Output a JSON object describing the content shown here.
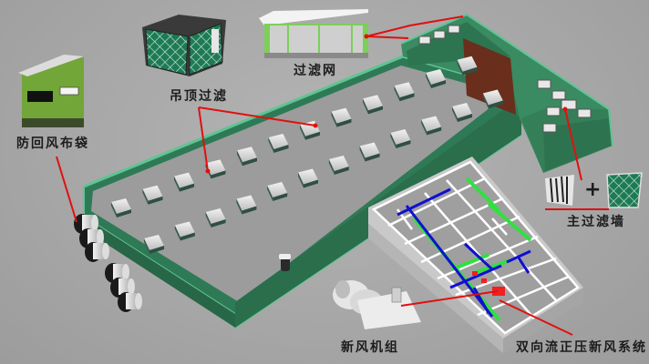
{
  "diagram": {
    "title": "",
    "labels": {
      "wind_bag": "防回风布袋",
      "ceiling_filter": "吊顶过滤",
      "filter_net": "过滤网",
      "main_filter_wall": "主过滤墙",
      "fresh_air_unit": "新风机组",
      "bidirectional_system": "双向流正压新风系统"
    },
    "plus_sign": "+",
    "colors": {
      "background": "#a9a9a9",
      "wall_green": "#2f7a56",
      "wall_edge": "#5fc493",
      "floor": "#9a9a9a",
      "leader_line": "#e01010",
      "duct_blue": "#1010d0",
      "duct_green": "#30e040",
      "brown_panel": "#6a2e1c"
    },
    "components": [
      {
        "id": "wind_bag",
        "name": "防回风布袋",
        "count": 6
      },
      {
        "id": "ceiling_filter",
        "name": "吊顶过滤",
        "count": 24
      },
      {
        "id": "filter_net",
        "name": "过滤网"
      },
      {
        "id": "main_filter_wall",
        "name": "主过滤墙"
      },
      {
        "id": "fresh_air_unit",
        "name": "新风机组"
      },
      {
        "id": "bidirectional_system",
        "name": "双向流正压新风系统"
      }
    ]
  }
}
